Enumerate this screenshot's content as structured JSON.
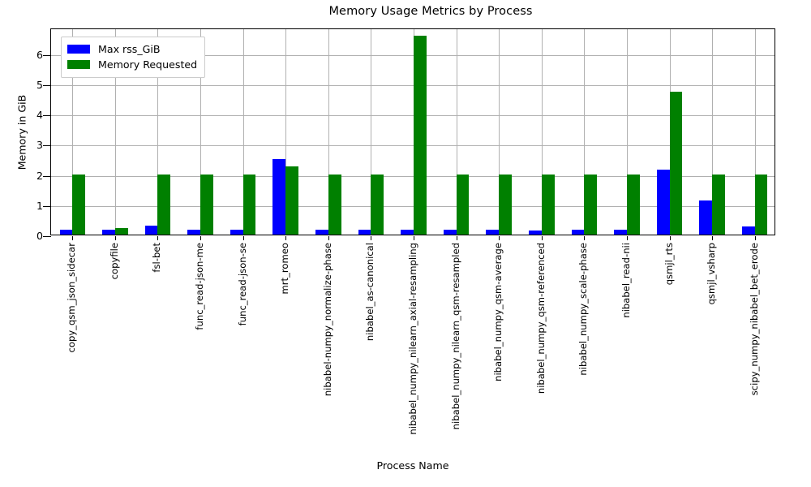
{
  "chart_data": {
    "type": "bar",
    "title": "Memory Usage Metrics by Process",
    "xlabel": "Process Name",
    "ylabel": "Memory in GiB",
    "grid": true,
    "legend_position": "upper left",
    "ylim": [
      0,
      6.85
    ],
    "yticks": [
      0,
      1,
      2,
      3,
      4,
      5,
      6
    ],
    "ytick_labels": [
      "0",
      "1",
      "2",
      "3",
      "4",
      "5",
      "6"
    ],
    "categories": [
      "copy_qsm_json_sidecar",
      "copyfile",
      "fsl-bet",
      "func_read-json-me",
      "func_read-json-se",
      "mrt_romeo",
      "nibabel-numpy_normalize-phase",
      "nibabel_as-canonical",
      "nibabel_numpy_nilearn_axial-resampling",
      "nibabel_numpy_nilearn_qsm-resampled",
      "nibabel_numpy_qsm-average",
      "nibabel_numpy_qsm-referenced",
      "nibabel_numpy_scale-phase",
      "nibabel_read-nii",
      "qsmjl_rts",
      "qsmjl_vsharp",
      "scipy_numpy_nibabel_bet_erode"
    ],
    "series": [
      {
        "name": "Max rss_GiB",
        "color": "#0000ff",
        "values": [
          0.15,
          0.15,
          0.3,
          0.15,
          0.15,
          2.5,
          0.15,
          0.15,
          0.15,
          0.15,
          0.17,
          0.13,
          0.15,
          0.15,
          2.15,
          1.12,
          0.28
        ]
      },
      {
        "name": "Memory Requested",
        "color": "#008000",
        "values": [
          2.0,
          0.22,
          2.0,
          2.0,
          2.0,
          2.27,
          2.0,
          2.0,
          6.59,
          2.0,
          2.0,
          2.0,
          2.0,
          2.0,
          4.73,
          2.0,
          2.0
        ]
      }
    ]
  },
  "legend": {
    "entries": [
      {
        "label": "Max rss_GiB",
        "swatch": "legend-swatch-blue"
      },
      {
        "label": "Memory Requested",
        "swatch": "legend-swatch-green"
      }
    ]
  }
}
